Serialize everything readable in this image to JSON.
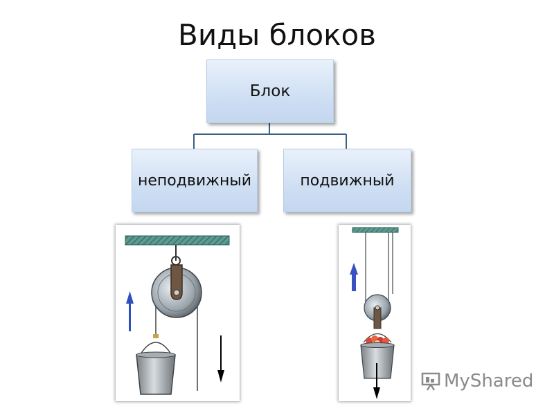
{
  "title": "Виды блоков",
  "diagram": {
    "root": "Блок",
    "children": [
      "неподвижный",
      "подвижный"
    ]
  },
  "illustrations": {
    "fixed_pulley": {
      "arrow_colors": [
        "#2e4fbf",
        "#000000"
      ]
    },
    "movable_pulley": {
      "arrow_colors": [
        "#3a52c0",
        "#000000"
      ]
    }
  },
  "watermark": {
    "text": "MyShared"
  },
  "colors": {
    "box_fill": "#cfdff3",
    "connector": "#3b5f86",
    "ceiling": "#4f8f86"
  }
}
